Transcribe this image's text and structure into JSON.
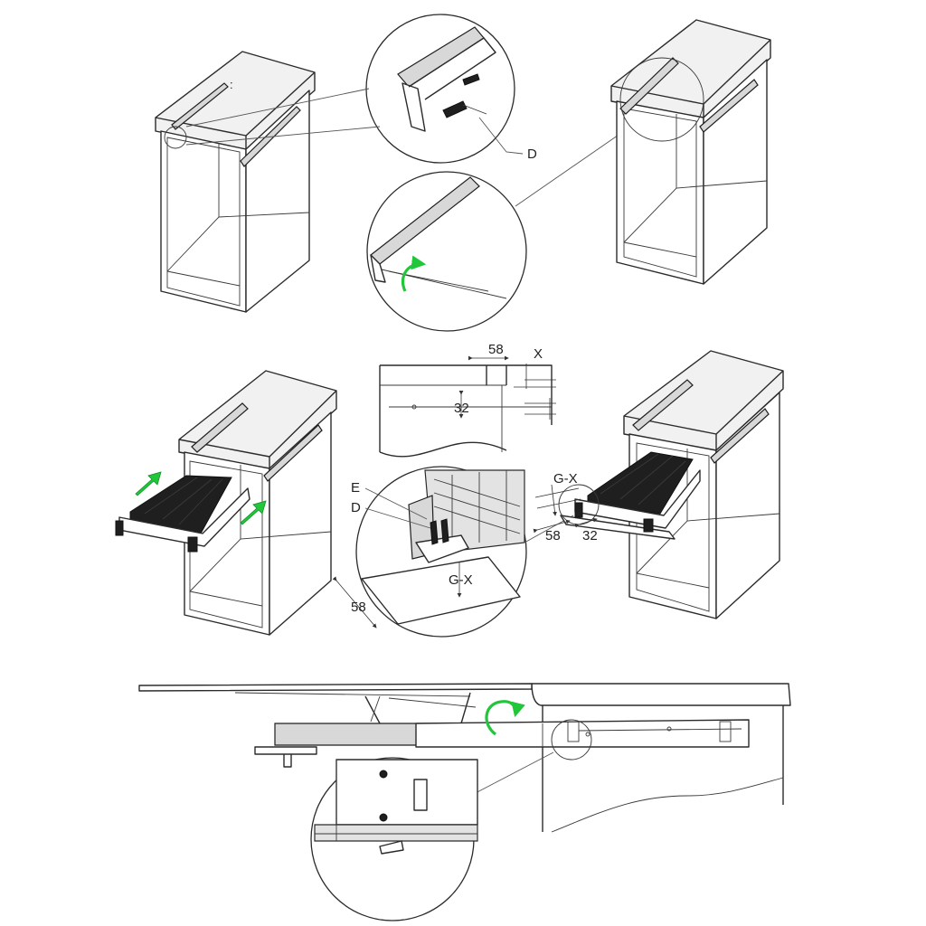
{
  "labels": {
    "screw_d_top": "D",
    "dim_58_top": "58",
    "dim_x": "X",
    "dim_32_top": "32",
    "label_e": "E",
    "label_d_mid": "D",
    "dim_gx_mid": "G-X",
    "dim_58_mid": "58",
    "dim_gx_right": "G-X",
    "dim_58_right": "58",
    "dim_32_right": "32"
  },
  "colors": {
    "line": "#2b2b2b",
    "action_arrow": "#22c63a",
    "background": "#ffffff"
  },
  "icons": {
    "push_arrow": "green-arrow-icon",
    "rotate_arrow": "green-rotate-icon"
  }
}
